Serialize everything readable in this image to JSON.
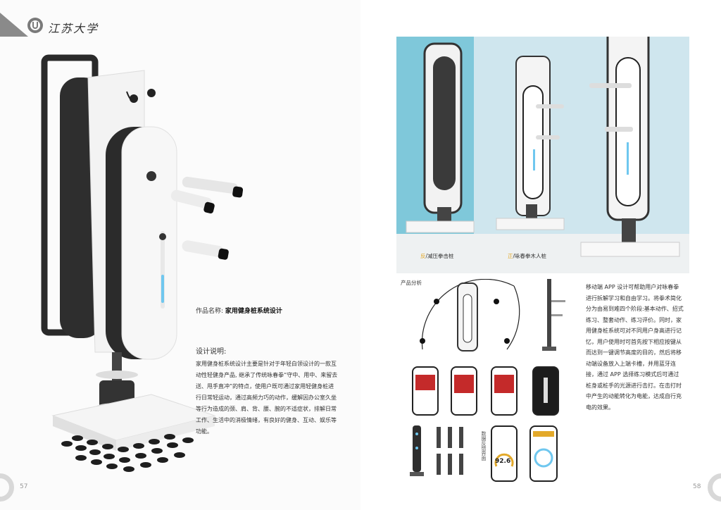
{
  "header": {
    "university": "江苏大学"
  },
  "left_page": {
    "work_name_label": "作品名称:",
    "work_name": "家用健身桩系统设计",
    "design_heading": "设计说明:",
    "description": "家用健身桩系统设计主要是针对于年轻白领设计的一款互动性轻健身产品, 继承了传统咏春拳“守中、用中、来留去送、甩手直冲”的特点，使用户既可通过家用轻健身桩进行日常轻运动，通过高频力巧的动作，缓解因办公室久坐等行为造成的颈、肩、背、腰、腕的不适症状，排解日常工作、生活中的消极情绪，有良好的健身、互动、娱乐等功能。",
    "page_number": "57"
  },
  "right_page": {
    "caption_back_prefix": "反",
    "caption_back": "减压拳击桩",
    "caption_front_prefix": "正",
    "caption_front": "咏春拳木人桩",
    "analysis_label": "产品分析",
    "app_description": "移动端 APP 设计可帮助用户对咏春拳进行拆解学习和自由学习。将拳术简化分为由易到难四个阶段:基本动作、招式练习、整套动作、练习评价。同时，家用健身桩系统可对不同用户身高进行记忆，用户使用时可首先按下相应按键从而达到一键调节高度的目的，然后将移动端设备放入上端卡槽，并用蓝牙连接，通过 APP 选择练习模式后可通过桩身或桩手的光源进行击打。在击打时中产生的动能转化为电能，达成自行充电的效果。",
    "vertical_label": "数据反馈界面",
    "gauge_value": "92.6",
    "page_number": "58"
  },
  "colors": {
    "accent": "#e3a92a",
    "banner_blue": "#7fc8da",
    "product_white": "#f4f4f4",
    "product_dark": "#2b2b2b",
    "glow": "#6fc7ef"
  }
}
